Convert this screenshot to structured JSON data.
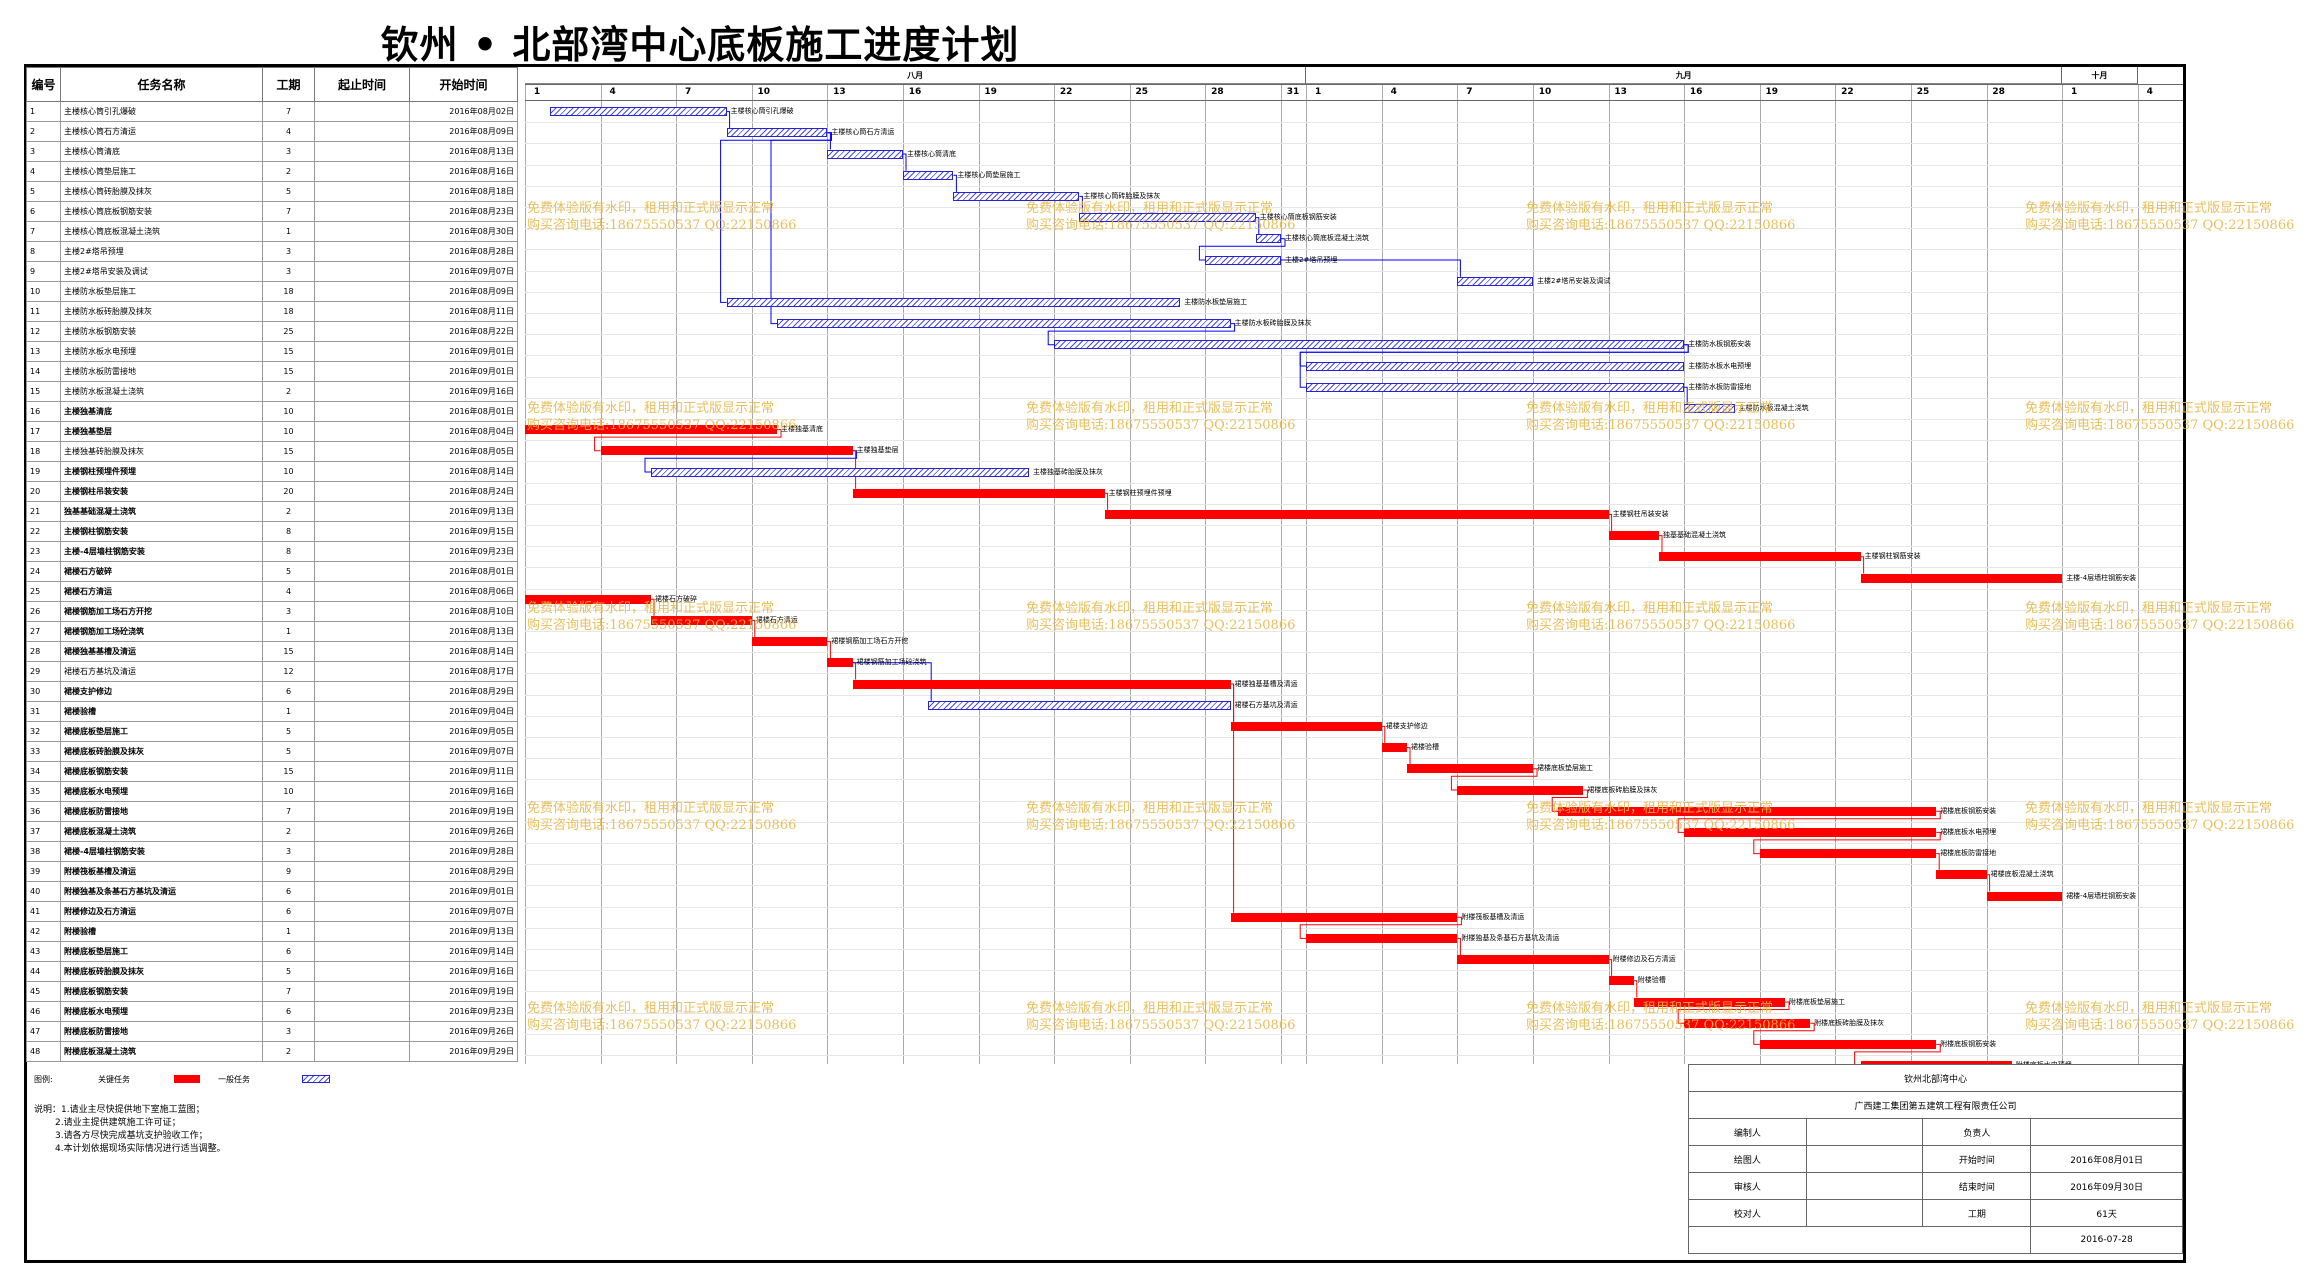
{
  "title": "钦州 • 北部湾中心底板施工进度计划",
  "columns": {
    "id": "编号",
    "name": "任务名称",
    "duration": "工期",
    "range": "起止时间",
    "start": "开始时间"
  },
  "timeline": {
    "months": [
      {
        "label": "八月",
        "start": 0,
        "end": 31
      },
      {
        "label": "九月",
        "start": 31,
        "end": 61
      },
      {
        "label": "十月",
        "start": 61,
        "end": 64
      }
    ],
    "ticks": [
      {
        "day": 0,
        "label": "1"
      },
      {
        "day": 3,
        "label": "4"
      },
      {
        "day": 6,
        "label": "7"
      },
      {
        "day": 9,
        "label": "10"
      },
      {
        "day": 12,
        "label": "13"
      },
      {
        "day": 15,
        "label": "16"
      },
      {
        "day": 18,
        "label": "19"
      },
      {
        "day": 21,
        "label": "22"
      },
      {
        "day": 24,
        "label": "25"
      },
      {
        "day": 27,
        "label": "28"
      },
      {
        "day": 30,
        "label": "31"
      },
      {
        "day": 31,
        "label": "1"
      },
      {
        "day": 34,
        "label": "4"
      },
      {
        "day": 37,
        "label": "7"
      },
      {
        "day": 40,
        "label": "10"
      },
      {
        "day": 43,
        "label": "13"
      },
      {
        "day": 46,
        "label": "16"
      },
      {
        "day": 49,
        "label": "19"
      },
      {
        "day": 52,
        "label": "22"
      },
      {
        "day": 55,
        "label": "25"
      },
      {
        "day": 58,
        "label": "28"
      },
      {
        "day": 61,
        "label": "1"
      },
      {
        "day": 64,
        "label": "4"
      }
    ]
  },
  "tasks": [
    {
      "id": "1",
      "name": "主楼核心筒引孔爆破",
      "duration": "7",
      "start": "2016年08月02日",
      "s": 1,
      "d": 7,
      "type": "normal"
    },
    {
      "id": "2",
      "name": "主楼核心筒石方清运",
      "duration": "4",
      "start": "2016年08月09日",
      "s": 8,
      "d": 4,
      "type": "normal"
    },
    {
      "id": "3",
      "name": "主楼核心筒清底",
      "duration": "3",
      "start": "2016年08月13日",
      "s": 12,
      "d": 3,
      "type": "normal"
    },
    {
      "id": "4",
      "name": "主楼核心筒垫层施工",
      "duration": "2",
      "start": "2016年08月16日",
      "s": 15,
      "d": 2,
      "type": "normal"
    },
    {
      "id": "5",
      "name": "主楼核心筒砖胎膜及抹灰",
      "duration": "5",
      "start": "2016年08月18日",
      "s": 17,
      "d": 5,
      "type": "normal"
    },
    {
      "id": "6",
      "name": "主楼核心筒底板钢筋安装",
      "duration": "7",
      "start": "2016年08月23日",
      "s": 22,
      "d": 7,
      "type": "normal"
    },
    {
      "id": "7",
      "name": "主楼核心筒底板混凝土浇筑",
      "duration": "1",
      "start": "2016年08月30日",
      "s": 29,
      "d": 1,
      "type": "normal"
    },
    {
      "id": "8",
      "name": "主楼2#塔吊预埋",
      "duration": "3",
      "start": "2016年08月28日",
      "s": 27,
      "d": 3,
      "type": "normal"
    },
    {
      "id": "9",
      "name": "主楼2#塔吊安装及调试",
      "duration": "3",
      "start": "2016年09月07日",
      "s": 37,
      "d": 3,
      "type": "normal"
    },
    {
      "id": "10",
      "name": "主楼防水板垫层施工",
      "duration": "18",
      "start": "2016年08月09日",
      "s": 8,
      "d": 18,
      "type": "normal"
    },
    {
      "id": "11",
      "name": "主楼防水板砖胎膜及抹灰",
      "duration": "18",
      "start": "2016年08月11日",
      "s": 10,
      "d": 18,
      "type": "normal"
    },
    {
      "id": "12",
      "name": "主楼防水板钢筋安装",
      "duration": "25",
      "start": "2016年08月22日",
      "s": 21,
      "d": 25,
      "type": "normal"
    },
    {
      "id": "13",
      "name": "主楼防水板水电预埋",
      "duration": "15",
      "start": "2016年09月01日",
      "s": 31,
      "d": 15,
      "type": "normal"
    },
    {
      "id": "14",
      "name": "主楼防水板防雷接地",
      "duration": "15",
      "start": "2016年09月01日",
      "s": 31,
      "d": 15,
      "type": "normal"
    },
    {
      "id": "15",
      "name": "主楼防水板混凝土浇筑",
      "duration": "2",
      "start": "2016年09月16日",
      "s": 46,
      "d": 2,
      "type": "normal"
    },
    {
      "id": "16",
      "name": "主楼独基清底",
      "duration": "10",
      "start": "2016年08月01日",
      "s": 0,
      "d": 10,
      "type": "critical"
    },
    {
      "id": "17",
      "name": "主楼独基垫层",
      "duration": "10",
      "start": "2016年08月04日",
      "s": 3,
      "d": 10,
      "type": "critical"
    },
    {
      "id": "18",
      "name": "主楼独基砖胎膜及抹灰",
      "duration": "15",
      "start": "2016年08月05日",
      "s": 5,
      "d": 15,
      "type": "normal"
    },
    {
      "id": "19",
      "name": "主楼钢柱预埋件预埋",
      "duration": "10",
      "start": "2016年08月14日",
      "s": 13,
      "d": 10,
      "type": "critical"
    },
    {
      "id": "20",
      "name": "主楼钢柱吊装安装",
      "duration": "20",
      "start": "2016年08月24日",
      "s": 23,
      "d": 20,
      "type": "critical"
    },
    {
      "id": "21",
      "name": "独基基础混凝土浇筑",
      "duration": "2",
      "start": "2016年09月13日",
      "s": 43,
      "d": 2,
      "type": "critical"
    },
    {
      "id": "22",
      "name": "主楼钢柱钢筋安装",
      "duration": "8",
      "start": "2016年09月15日",
      "s": 45,
      "d": 8,
      "type": "critical"
    },
    {
      "id": "23",
      "name": "主楼-4层墙柱钢筋安装",
      "duration": "8",
      "start": "2016年09月23日",
      "s": 53,
      "d": 8,
      "type": "critical"
    },
    {
      "id": "24",
      "name": "裙楼石方破碎",
      "duration": "5",
      "start": "2016年08月01日",
      "s": 0,
      "d": 5,
      "type": "critical"
    },
    {
      "id": "25",
      "name": "裙楼石方清运",
      "duration": "4",
      "start": "2016年08月06日",
      "s": 5,
      "d": 4,
      "type": "critical"
    },
    {
      "id": "26",
      "name": "裙楼钢筋加工场石方开挖",
      "duration": "3",
      "start": "2016年08月10日",
      "s": 9,
      "d": 3,
      "type": "critical"
    },
    {
      "id": "27",
      "name": "裙楼钢筋加工场砼浇筑",
      "duration": "1",
      "start": "2016年08月13日",
      "s": 12,
      "d": 1,
      "type": "critical"
    },
    {
      "id": "28",
      "name": "裙楼独基基槽及清运",
      "duration": "15",
      "start": "2016年08月14日",
      "s": 13,
      "d": 15,
      "type": "critical"
    },
    {
      "id": "29",
      "name": "裙楼石方基坑及清运",
      "duration": "12",
      "start": "2016年08月17日",
      "s": 16,
      "d": 12,
      "type": "normal"
    },
    {
      "id": "30",
      "name": "裙楼支护修边",
      "duration": "6",
      "start": "2016年08月29日",
      "s": 28,
      "d": 6,
      "type": "critical"
    },
    {
      "id": "31",
      "name": "裙楼验槽",
      "duration": "1",
      "start": "2016年09月04日",
      "s": 34,
      "d": 1,
      "type": "critical"
    },
    {
      "id": "32",
      "name": "裙楼底板垫层施工",
      "duration": "5",
      "start": "2016年09月05日",
      "s": 35,
      "d": 5,
      "type": "critical"
    },
    {
      "id": "33",
      "name": "裙楼底板砖胎膜及抹灰",
      "duration": "5",
      "start": "2016年09月07日",
      "s": 37,
      "d": 5,
      "type": "critical"
    },
    {
      "id": "34",
      "name": "裙楼底板钢筋安装",
      "duration": "15",
      "start": "2016年09月11日",
      "s": 41,
      "d": 15,
      "type": "critical"
    },
    {
      "id": "35",
      "name": "裙楼底板水电预埋",
      "duration": "10",
      "start": "2016年09月16日",
      "s": 46,
      "d": 10,
      "type": "critical"
    },
    {
      "id": "36",
      "name": "裙楼底板防雷接地",
      "duration": "7",
      "start": "2016年09月19日",
      "s": 49,
      "d": 7,
      "type": "critical"
    },
    {
      "id": "37",
      "name": "裙楼底板混凝土浇筑",
      "duration": "2",
      "start": "2016年09月26日",
      "s": 56,
      "d": 2,
      "type": "critical"
    },
    {
      "id": "38",
      "name": "裙楼-4层墙柱钢筋安装",
      "duration": "3",
      "start": "2016年09月28日",
      "s": 58,
      "d": 3,
      "type": "critical"
    },
    {
      "id": "39",
      "name": "附楼筏板基槽及清运",
      "duration": "9",
      "start": "2016年08月29日",
      "s": 28,
      "d": 9,
      "type": "critical"
    },
    {
      "id": "40",
      "name": "附楼独基及条基石方基坑及清运",
      "duration": "6",
      "start": "2016年09月01日",
      "s": 31,
      "d": 6,
      "type": "critical"
    },
    {
      "id": "41",
      "name": "附楼修边及石方清运",
      "duration": "6",
      "start": "2016年09月07日",
      "s": 37,
      "d": 6,
      "type": "critical"
    },
    {
      "id": "42",
      "name": "附楼验槽",
      "duration": "1",
      "start": "2016年09月13日",
      "s": 43,
      "d": 1,
      "type": "critical"
    },
    {
      "id": "43",
      "name": "附楼底板垫层施工",
      "duration": "6",
      "start": "2016年09月14日",
      "s": 44,
      "d": 6,
      "type": "critical"
    },
    {
      "id": "44",
      "name": "附楼底板砖胎膜及抹灰",
      "duration": "5",
      "start": "2016年09月16日",
      "s": 46,
      "d": 5,
      "type": "critical"
    },
    {
      "id": "45",
      "name": "附楼底板钢筋安装",
      "duration": "7",
      "start": "2016年09月19日",
      "s": 49,
      "d": 7,
      "type": "critical"
    },
    {
      "id": "46",
      "name": "附楼底板水电预埋",
      "duration": "6",
      "start": "2016年09月23日",
      "s": 53,
      "d": 6,
      "type": "critical"
    },
    {
      "id": "47",
      "name": "附楼底板防雷接地",
      "duration": "3",
      "start": "2016年09月26日",
      "s": 56,
      "d": 3,
      "type": "critical"
    },
    {
      "id": "48",
      "name": "附楼底板混凝土浇筑",
      "duration": "2",
      "start": "2016年09月29日",
      "s": 59,
      "d": 2,
      "type": "critical"
    }
  ],
  "links": [
    [
      0,
      1
    ],
    [
      1,
      2
    ],
    [
      2,
      3
    ],
    [
      3,
      4
    ],
    [
      4,
      5
    ],
    [
      5,
      6
    ],
    [
      6,
      7
    ],
    [
      7,
      8
    ],
    [
      1,
      9
    ],
    [
      1,
      10
    ],
    [
      10,
      11
    ],
    [
      11,
      12
    ],
    [
      11,
      13
    ],
    [
      13,
      14
    ],
    [
      15,
      16
    ],
    [
      16,
      17
    ],
    [
      16,
      18
    ],
    [
      18,
      19
    ],
    [
      19,
      20
    ],
    [
      20,
      21
    ],
    [
      21,
      22
    ],
    [
      23,
      24
    ],
    [
      24,
      25
    ],
    [
      25,
      26
    ],
    [
      26,
      27
    ],
    [
      26,
      28
    ],
    [
      27,
      29
    ],
    [
      29,
      30
    ],
    [
      30,
      31
    ],
    [
      31,
      32
    ],
    [
      32,
      33
    ],
    [
      33,
      34
    ],
    [
      34,
      35
    ],
    [
      35,
      36
    ],
    [
      36,
      37
    ],
    [
      27,
      38
    ],
    [
      38,
      39
    ],
    [
      39,
      40
    ],
    [
      40,
      41
    ],
    [
      41,
      42
    ],
    [
      42,
      43
    ],
    [
      43,
      44
    ],
    [
      44,
      45
    ],
    [
      45,
      46
    ],
    [
      46,
      47
    ]
  ],
  "watermark": {
    "line1": "免费体验版有水印，租用和正式版显示正常",
    "line2": "购买咨询电话:18675550537 QQ:22150866"
  },
  "legend": {
    "label": "图例:",
    "critical": "关键任务",
    "normal": "一般任务"
  },
  "notes": [
    "说明：1.请业主尽快提供地下室施工蓝图；",
    "2.请业主提供建筑施工许可证；",
    "3.请各方尽快完成基坑支护验收工作；",
    "4.本计划依据现场实际情况进行适当调整。"
  ],
  "titleblock": {
    "project": "钦州北部湾中心",
    "company": "广西建工集团第五建筑工程有限责任公司",
    "compiler_label": "编制人",
    "compiler": "",
    "manager_label": "负责人",
    "manager": "",
    "drafter_label": "绘图人",
    "drafter": "",
    "start_label": "开始时间",
    "start": "2016年08月01日",
    "reviewer_label": "审核人",
    "reviewer": "",
    "end_label": "结束时间",
    "end": "2016年09月30日",
    "checker_label": "校对人",
    "checker": "",
    "period_label": "工期",
    "period": "61天",
    "date": "2016-07-28"
  },
  "colors": {
    "critical": "#ff0000",
    "normal": "#2424d6",
    "critical_link": "#ff0000",
    "normal_link": "#0000ff"
  }
}
